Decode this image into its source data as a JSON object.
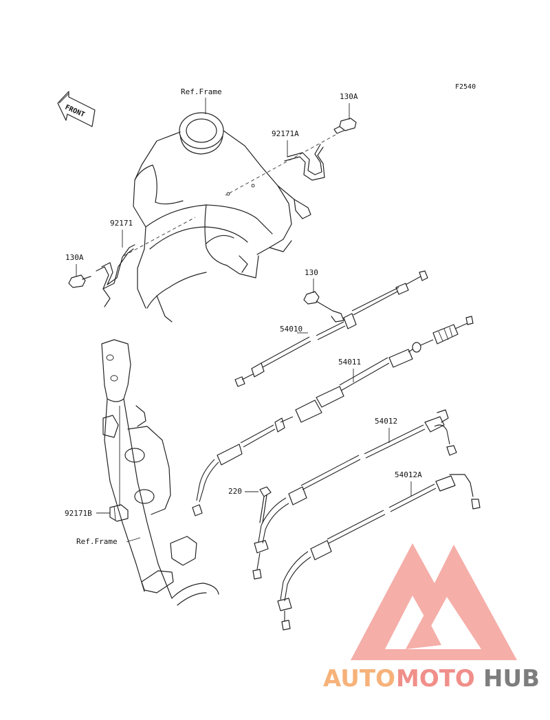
{
  "diagram": {
    "figure_code": "F2540",
    "front_marker": "FRONT",
    "labels": {
      "ref_frame_top": "Ref.Frame",
      "bolt_130A_top": "130A",
      "clamp_92171A": "92171A",
      "clamp_92171": "92171",
      "bolt_130A_left": "130A",
      "bolt_130": "130",
      "cable_54010": "54010",
      "cable_54011": "54011",
      "cable_54012": "54012",
      "cable_54012A": "54012A",
      "screw_220": "220",
      "clamp_92171B": "92171B",
      "ref_frame_bottom": "Ref.Frame"
    }
  },
  "watermark": {
    "part1": "AUTO",
    "part2": "MOTO",
    "part3": "HUB",
    "colors": {
      "orange": "#f6b27a",
      "red": "#f08f8a",
      "gray": "#7d7d7d",
      "logo": "#f4a09a"
    }
  }
}
